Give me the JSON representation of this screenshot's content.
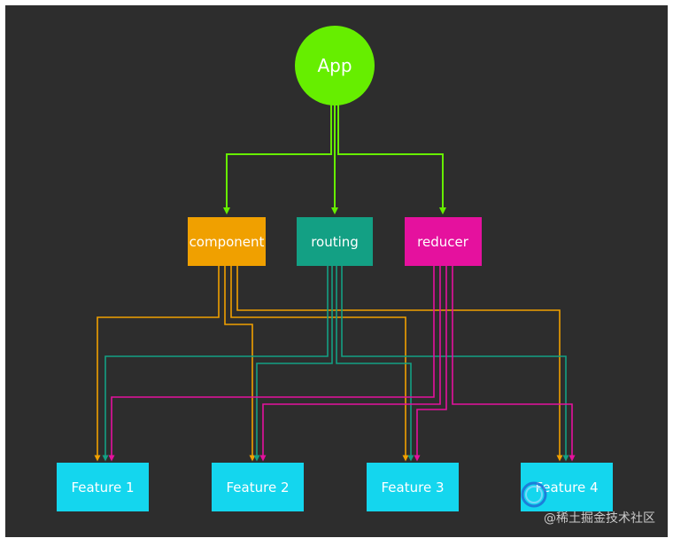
{
  "diagram": {
    "root": {
      "label": "App"
    },
    "middle": [
      {
        "key": "component",
        "label": "component"
      },
      {
        "key": "routing",
        "label": "routing"
      },
      {
        "key": "reducer",
        "label": "reducer"
      }
    ],
    "features": [
      {
        "label": "Feature 1"
      },
      {
        "label": "Feature 2"
      },
      {
        "label": "Feature 3"
      },
      {
        "label": "Feature 4"
      }
    ]
  },
  "colors": {
    "background": "#2d2d2d",
    "app": "#66ee00",
    "component": "#f0a000",
    "routing": "#13a084",
    "reducer": "#e5119e",
    "feature": "#14d6ee",
    "app_arrow": "#66ee00"
  },
  "watermark": {
    "text": "@稀土掘金技术社区"
  }
}
